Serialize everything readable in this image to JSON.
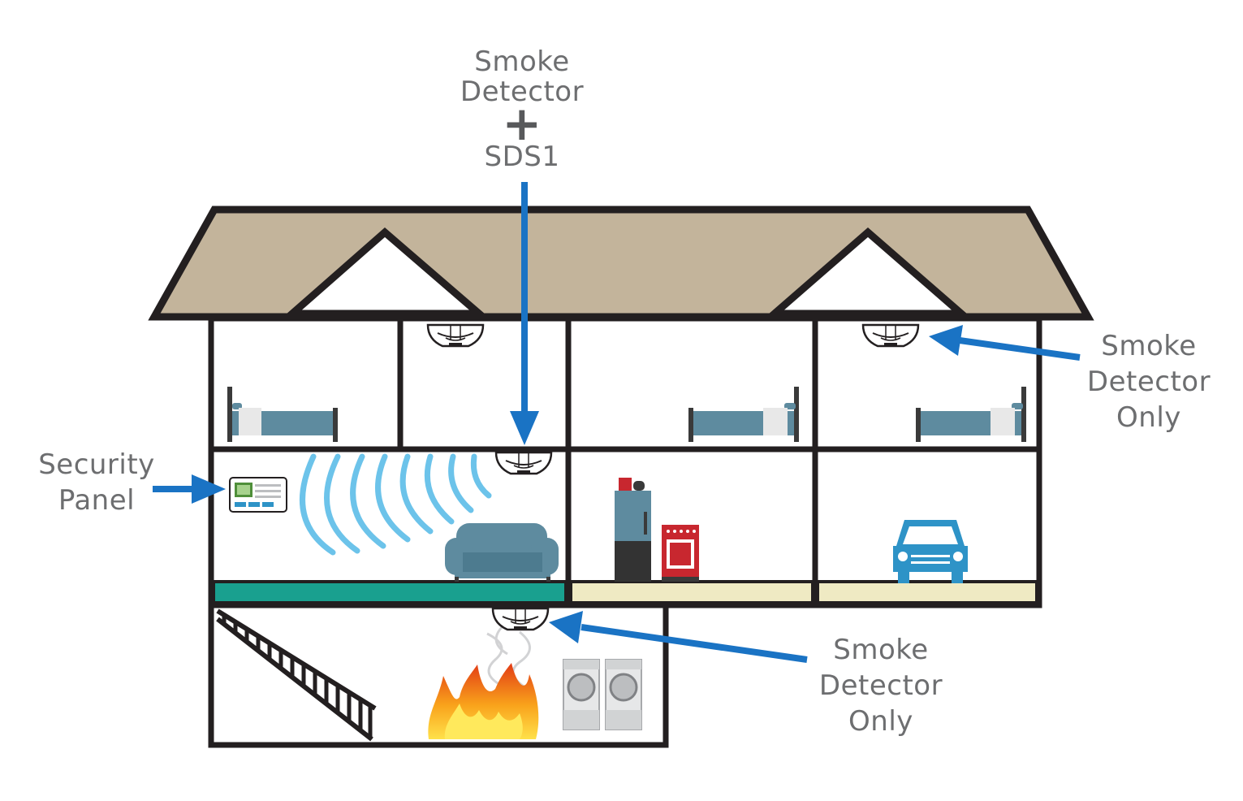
{
  "labels": {
    "top": {
      "line1": "Smoke",
      "line2": "Detector",
      "plus": "+",
      "line3": "SDS1"
    },
    "right": {
      "line1": "Smoke",
      "line2": "Detector",
      "line3": "Only"
    },
    "bottom": {
      "line1": "Smoke",
      "line2": "Detector",
      "line3": "Only"
    },
    "panel": {
      "line1": "Security",
      "line2": "Panel"
    }
  },
  "colors": {
    "outline": "#231f20",
    "roof": "#c3b49b",
    "arrow": "#1a73c4",
    "waves": "#6cc3ea",
    "furniture": "#5e8b9f",
    "floor_teal": "#19a08f",
    "floor_cream": "#efeac3",
    "car": "#2e93c7",
    "stove": "#c8272f"
  },
  "icons": [
    "smoke-detector-icon",
    "bed-icon",
    "sofa-icon",
    "refrigerator-icon",
    "stove-icon",
    "car-icon",
    "washer-dryer-icon",
    "fire-icon",
    "staircase-icon",
    "security-panel-icon",
    "wireless-signal-icon"
  ]
}
